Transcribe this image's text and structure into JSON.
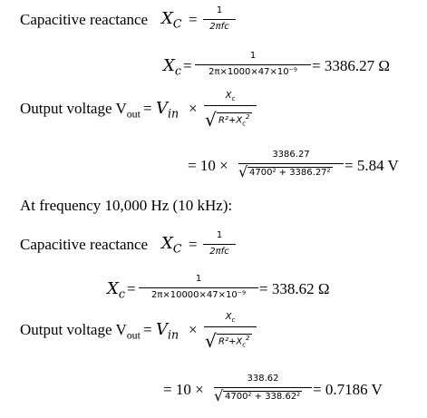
{
  "sections": [
    {
      "heading": "",
      "xc_label": "Capacitive reactance",
      "xc_symbol": "X",
      "xc_sub": "C",
      "xc_formula_num": "1",
      "xc_formula_den": "2πfc",
      "xc_calc_lhs": "X",
      "xc_calc_lhs_sub": "c",
      "xc_calc_num": "1",
      "xc_calc_den": "2π×1000×47×10⁻⁹",
      "xc_calc_result": "= 3386.27 Ω",
      "vout_label": "Output voltage V",
      "vout_sub": "out",
      "vout_eq": "=",
      "vin": "V",
      "vin_sub": "in",
      "times": "×",
      "vout_frac_num": "X",
      "vout_frac_num_sub": "c",
      "vout_frac_den": "R²+X",
      "vout_frac_den_sub": "c",
      "vout_frac_den_sup": "2",
      "calc_prefix": "= 10 ×",
      "calc_num": "3386.27",
      "calc_den": "4700² + 3386.27²",
      "calc_result": "= 5.84 V"
    },
    {
      "heading": "At frequency 10,000 Hz (10 kHz):",
      "xc_label": "Capacitive reactance",
      "xc_symbol": "X",
      "xc_sub": "C",
      "xc_formula_num": "1",
      "xc_formula_den": "2πfc",
      "xc_calc_lhs": "X",
      "xc_calc_lhs_sub": "c",
      "xc_calc_num": "1",
      "xc_calc_den": "2π×10000×47×10⁻⁹",
      "xc_calc_result": "= 338.62 Ω",
      "vout_label": "Output voltage V",
      "vout_sub": "out",
      "vout_eq": "=",
      "vin": "V",
      "vin_sub": "in",
      "times": "×",
      "vout_frac_num": "X",
      "vout_frac_num_sub": "c",
      "vout_frac_den": "R²+X",
      "vout_frac_den_sub": "c",
      "vout_frac_den_sup": "2",
      "calc_prefix": "= 10 ×",
      "calc_num": "338.62",
      "calc_den": "4700² + 338.62²",
      "calc_result": "= 0.7186 V"
    }
  ]
}
